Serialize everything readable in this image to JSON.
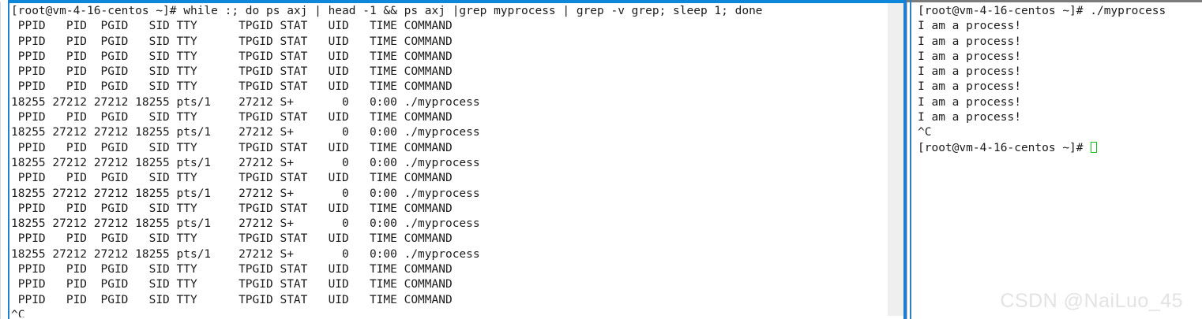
{
  "left_pane": {
    "name": "ps-monitor-terminal",
    "prompt": "[root@vm-4-16-centos ~]#",
    "command": "while :; do ps axj | head -1 && ps axj |grep myprocess | grep -v grep; sleep 1; done",
    "header_line": " PPID   PID  PGID   SID TTY      TPGID STAT   UID   TIME COMMAND",
    "data_line": "18255 27212 27212 18255 pts/1    27212 S+       0   0:00 ./myprocess",
    "interrupt": "^C",
    "lines": [
      "[root@vm-4-16-centos ~]# while :; do ps axj | head -1 && ps axj |grep myprocess | grep -v grep; sleep 1; done",
      " PPID   PID  PGID   SID TTY      TPGID STAT   UID   TIME COMMAND",
      " PPID   PID  PGID   SID TTY      TPGID STAT   UID   TIME COMMAND",
      " PPID   PID  PGID   SID TTY      TPGID STAT   UID   TIME COMMAND",
      " PPID   PID  PGID   SID TTY      TPGID STAT   UID   TIME COMMAND",
      " PPID   PID  PGID   SID TTY      TPGID STAT   UID   TIME COMMAND",
      "18255 27212 27212 18255 pts/1    27212 S+       0   0:00 ./myprocess",
      " PPID   PID  PGID   SID TTY      TPGID STAT   UID   TIME COMMAND",
      "18255 27212 27212 18255 pts/1    27212 S+       0   0:00 ./myprocess",
      " PPID   PID  PGID   SID TTY      TPGID STAT   UID   TIME COMMAND",
      "18255 27212 27212 18255 pts/1    27212 S+       0   0:00 ./myprocess",
      " PPID   PID  PGID   SID TTY      TPGID STAT   UID   TIME COMMAND",
      "18255 27212 27212 18255 pts/1    27212 S+       0   0:00 ./myprocess",
      " PPID   PID  PGID   SID TTY      TPGID STAT   UID   TIME COMMAND",
      "18255 27212 27212 18255 pts/1    27212 S+       0   0:00 ./myprocess",
      " PPID   PID  PGID   SID TTY      TPGID STAT   UID   TIME COMMAND",
      "18255 27212 27212 18255 pts/1    27212 S+       0   0:00 ./myprocess",
      " PPID   PID  PGID   SID TTY      TPGID STAT   UID   TIME COMMAND",
      " PPID   PID  PGID   SID TTY      TPGID STAT   UID   TIME COMMAND",
      " PPID   PID  PGID   SID TTY      TPGID STAT   UID   TIME COMMAND",
      "^C"
    ],
    "ps_table": {
      "columns": [
        "PPID",
        "PID",
        "PGID",
        "SID",
        "TTY",
        "TPGID",
        "STAT",
        "UID",
        "TIME",
        "COMMAND"
      ],
      "rows": [
        [
          "18255",
          "27212",
          "27212",
          "18255",
          "pts/1",
          "27212",
          "S+",
          "0",
          "0:00",
          "./myprocess"
        ]
      ],
      "row_repeat_count": 6
    }
  },
  "right_pane": {
    "name": "myprocess-run-terminal",
    "prompt": "[root@vm-4-16-centos ~]#",
    "command": "./myprocess",
    "output_line": "I am a process!",
    "output_repeat_count": 7,
    "interrupt": "^C",
    "lines": [
      "[root@vm-4-16-centos ~]# ./myprocess",
      "I am a process!",
      "I am a process!",
      "I am a process!",
      "I am a process!",
      "I am a process!",
      "I am a process!",
      "I am a process!",
      "^C"
    ],
    "final_prompt": "[root@vm-4-16-centos ~]#"
  },
  "watermark": {
    "text": "CSDN @NaiLuo_45"
  },
  "colors": {
    "active_pane_border": "#0d87d9",
    "inactive_pane_border": "#7b7b7b",
    "scrollbar_track": "#efefef",
    "terminal_text": "#1c1c1c",
    "terminal_background": "#ffffff",
    "cursor_green": "#14c014",
    "watermark_gray": "#e3e3e3"
  }
}
